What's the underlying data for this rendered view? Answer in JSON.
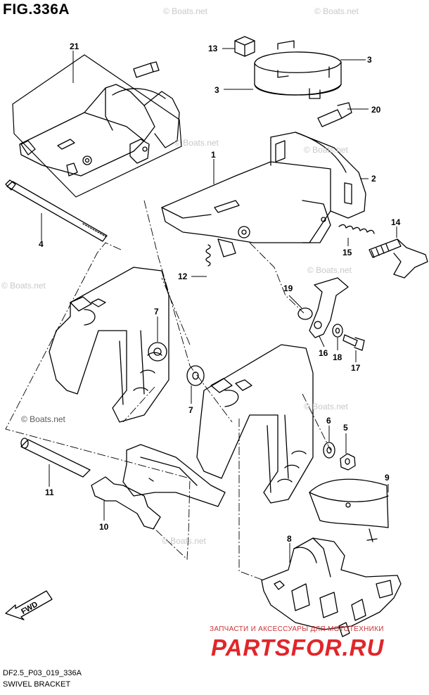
{
  "figure": {
    "title": "FIG.336A"
  },
  "watermark": {
    "text": "© Boats.net"
  },
  "parts": [
    {
      "no": "1"
    },
    {
      "no": "2"
    },
    {
      "no": "3"
    },
    {
      "no": "3"
    },
    {
      "no": "4"
    },
    {
      "no": "5"
    },
    {
      "no": "6"
    },
    {
      "no": "7"
    },
    {
      "no": "7"
    },
    {
      "no": "8"
    },
    {
      "no": "9"
    },
    {
      "no": "10"
    },
    {
      "no": "11"
    },
    {
      "no": "12"
    },
    {
      "no": "13"
    },
    {
      "no": "14"
    },
    {
      "no": "15"
    },
    {
      "no": "16"
    },
    {
      "no": "17"
    },
    {
      "no": "18"
    },
    {
      "no": "19"
    },
    {
      "no": "20"
    },
    {
      "no": "21"
    }
  ],
  "fwd": {
    "label": "FWD"
  },
  "shop": {
    "line": "ЗАПЧАСТИ И АКСЕССУАРЫ ДЛЯ МОТОТЕХНИКИ",
    "logo": "PARTSFOR.RU"
  },
  "footer": {
    "code": "DF2.5_P03_019_336A",
    "caption": "SWIVEL BRACKET"
  }
}
